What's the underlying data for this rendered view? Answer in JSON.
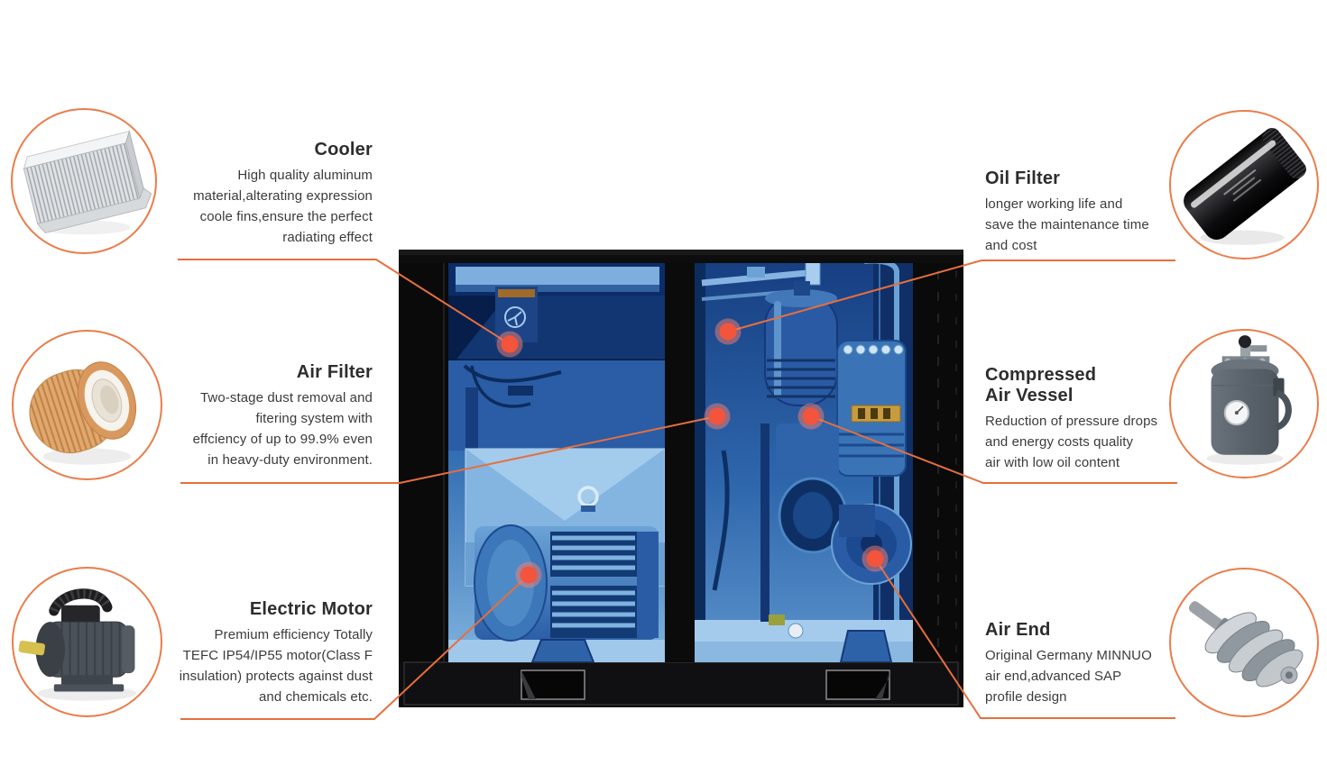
{
  "colors": {
    "accent_orange": "#EA7C4A",
    "leader_orange": "#E66F3D",
    "marker_red": "#F2543C",
    "title_text": "#2D2D2D",
    "body_text": "#3B3B3B",
    "machine_black": "#0D0D0E",
    "xray_blue": "#3F7CBE"
  },
  "features": {
    "cooler": {
      "title": "Cooler",
      "description": "High quality aluminum\nmaterial,alterating expression\ncoole fins,ensure the perfect\nradiating effect"
    },
    "air_filter": {
      "title": "Air Filter",
      "description": "Two-stage dust removal and\nfitering system with\neffciency of up to 99.9% even\nin heavy-duty environment."
    },
    "electric_motor": {
      "title": "Electric Motor",
      "description": "Premium efficiency Totally\nTEFC IP54/IP55 motor(Class F\ninsulation) protects against dust\nand chemicals etc."
    },
    "oil_filter": {
      "title": "Oil Filter",
      "description": "longer working life and\nsave the maintenance time\nand cost"
    },
    "compressed_air_vessel": {
      "title": "Compressed\nAir Vessel",
      "description": "Reduction of pressure drops\nand energy costs quality\nair with low oil content"
    },
    "air_end": {
      "title": "Air End",
      "description": "Original Germany MINNUO\nair end,advanced SAP\nprofile design"
    }
  }
}
